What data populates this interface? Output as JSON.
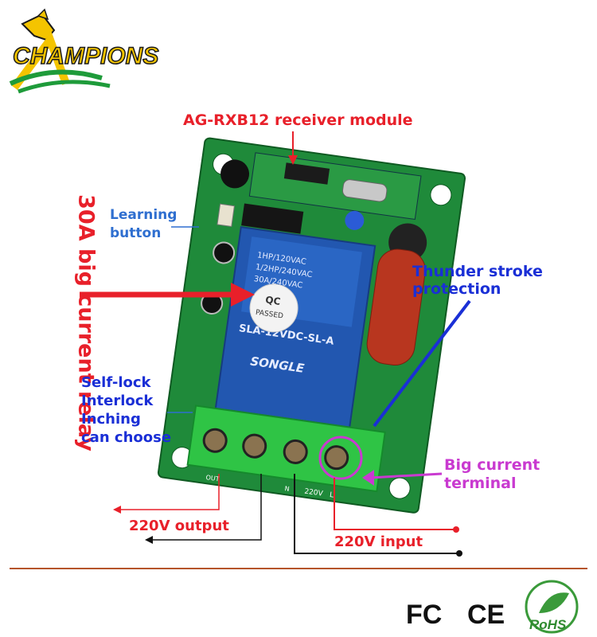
{
  "brand": {
    "name": "CHAMPIONS"
  },
  "labels": {
    "module": "AG-RXB12 receiver module",
    "learning_1": "Learning",
    "learning_2": "button",
    "relay": "30A big current relay",
    "thunder_1": "Thunder stroke",
    "thunder_2": "protection",
    "mode_1": "Self-lock",
    "mode_2": "Interlock",
    "mode_3": "Inching",
    "mode_4": "can choose",
    "terminal_1": "Big current",
    "terminal_2": "terminal",
    "output": "220V output",
    "input": "220V input"
  },
  "relay_print": {
    "l1": "1HP/120VAC",
    "l2": "1/2HP/240VAC",
    "l3": "30A/240VAC",
    "model": "SLA-12VDC-SL-A",
    "brand": "SONGLE",
    "qc": "QC",
    "passed": "PASSED"
  },
  "board_print": {
    "out": "OUT",
    "in": "220V",
    "n": "N",
    "l": "L"
  },
  "certifications": [
    "FC",
    "CE",
    "RoHS"
  ],
  "colors": {
    "red": "#e8202a",
    "blue": "#1a2fd6",
    "light_blue": "#2f6fd0",
    "magenta": "#c93ad0",
    "pcb": "#1f8a3a",
    "relay": "#2257b0",
    "terminal": "#2fc445"
  }
}
